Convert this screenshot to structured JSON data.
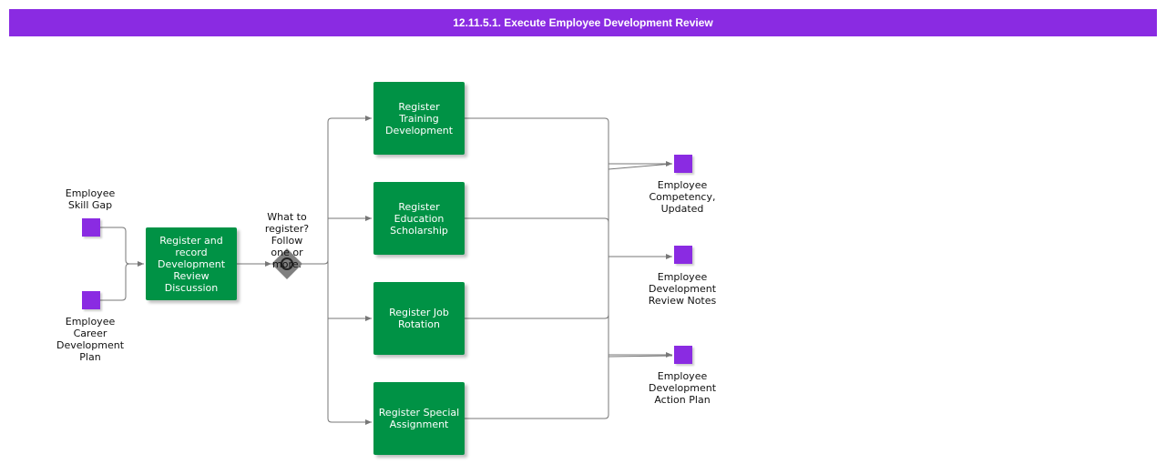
{
  "title": "12.11.5.1. Execute Employee Development Review",
  "colors": {
    "header": "#8a2be2",
    "task": "#009245",
    "data_object": "#8a2be2",
    "connector": "#777777",
    "gateway": "#777777"
  },
  "inputs": {
    "skill_gap": "Employee Skill Gap",
    "career_plan": "Employee Career Development Plan"
  },
  "tasks": {
    "record_review": "Register and record Development Review Discussion",
    "training": "Register Training Development",
    "education": "Register Education Scholarship",
    "job_rotation": "Register Job Rotation",
    "special_assignment": "Register Special Assignment"
  },
  "gateway": {
    "label": "What to register? Follow one or more.",
    "type_icon": "inclusive-gateway-icon"
  },
  "outputs": {
    "competency": "Employee Competency, Updated",
    "review_notes": "Employee Development Review Notes",
    "action_plan": "Employee Development Action Plan"
  }
}
